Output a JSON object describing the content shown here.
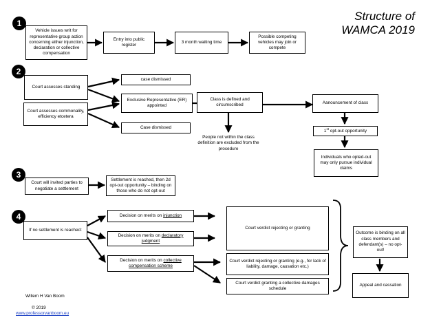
{
  "title": {
    "line1": "Structure of",
    "line2": "WAMCA 2019"
  },
  "steps": [
    "1",
    "2",
    "3",
    "4"
  ],
  "step1": {
    "vehicle_writ": "Vehicle issues writ for representative group action concerning either injunction, declaration or collective compensation",
    "public_register": "Entry into public register",
    "waiting_time": "3 month waiting time",
    "competing": "Possible competing vehicles may join or compete"
  },
  "step2": {
    "standing": "Court assesses standing",
    "commonality": "Court assesses commonality, efficiency etcetera",
    "dismissed1": "case dismissed",
    "er_appointed": "Exclusive Representative (ER) appointed",
    "dismissed2": "Case dismissed",
    "class_defined": "Class is defined and circumscribed",
    "excluded": "People not within the class definition are excluded from the procedure",
    "announcement": "Aanouncement of class",
    "optout1_pre": "1",
    "optout1_sup": "st",
    "optout1_post": " opt-out opportunity",
    "individual_claims": "Individuals who opted-out may only pursue individual claims"
  },
  "step3": {
    "invite": "Court will invited parties to negotiate a settlement",
    "settlement": "Settlement is reached, then 2d opt-out opportunity – binding on those who do not opt-out"
  },
  "step4": {
    "no_settlement": "If no settlement is reached:",
    "merits_prefix": "Decision on merits on ",
    "injunction": "injunction",
    "declaratory": "declaratory judgment",
    "compensation": "collective compensation scheme",
    "verdict_reject_grant": "Court verdict rejecting or granting",
    "verdict_reject_grant_eg": "Court verdict rejecting or granting (e.g., for lack of liability, damage, causation etc.)",
    "verdict_damages": "Court verdict granting a collective damages schedule",
    "binding": "Outcome is binding on all class members and defendant(s) – no opt-out!",
    "appeal": "Appeal and cassation"
  },
  "footer": {
    "author": "Willem H Van Boom",
    "copyright": "© 2019",
    "url": "www.professorvanboom.eu"
  }
}
